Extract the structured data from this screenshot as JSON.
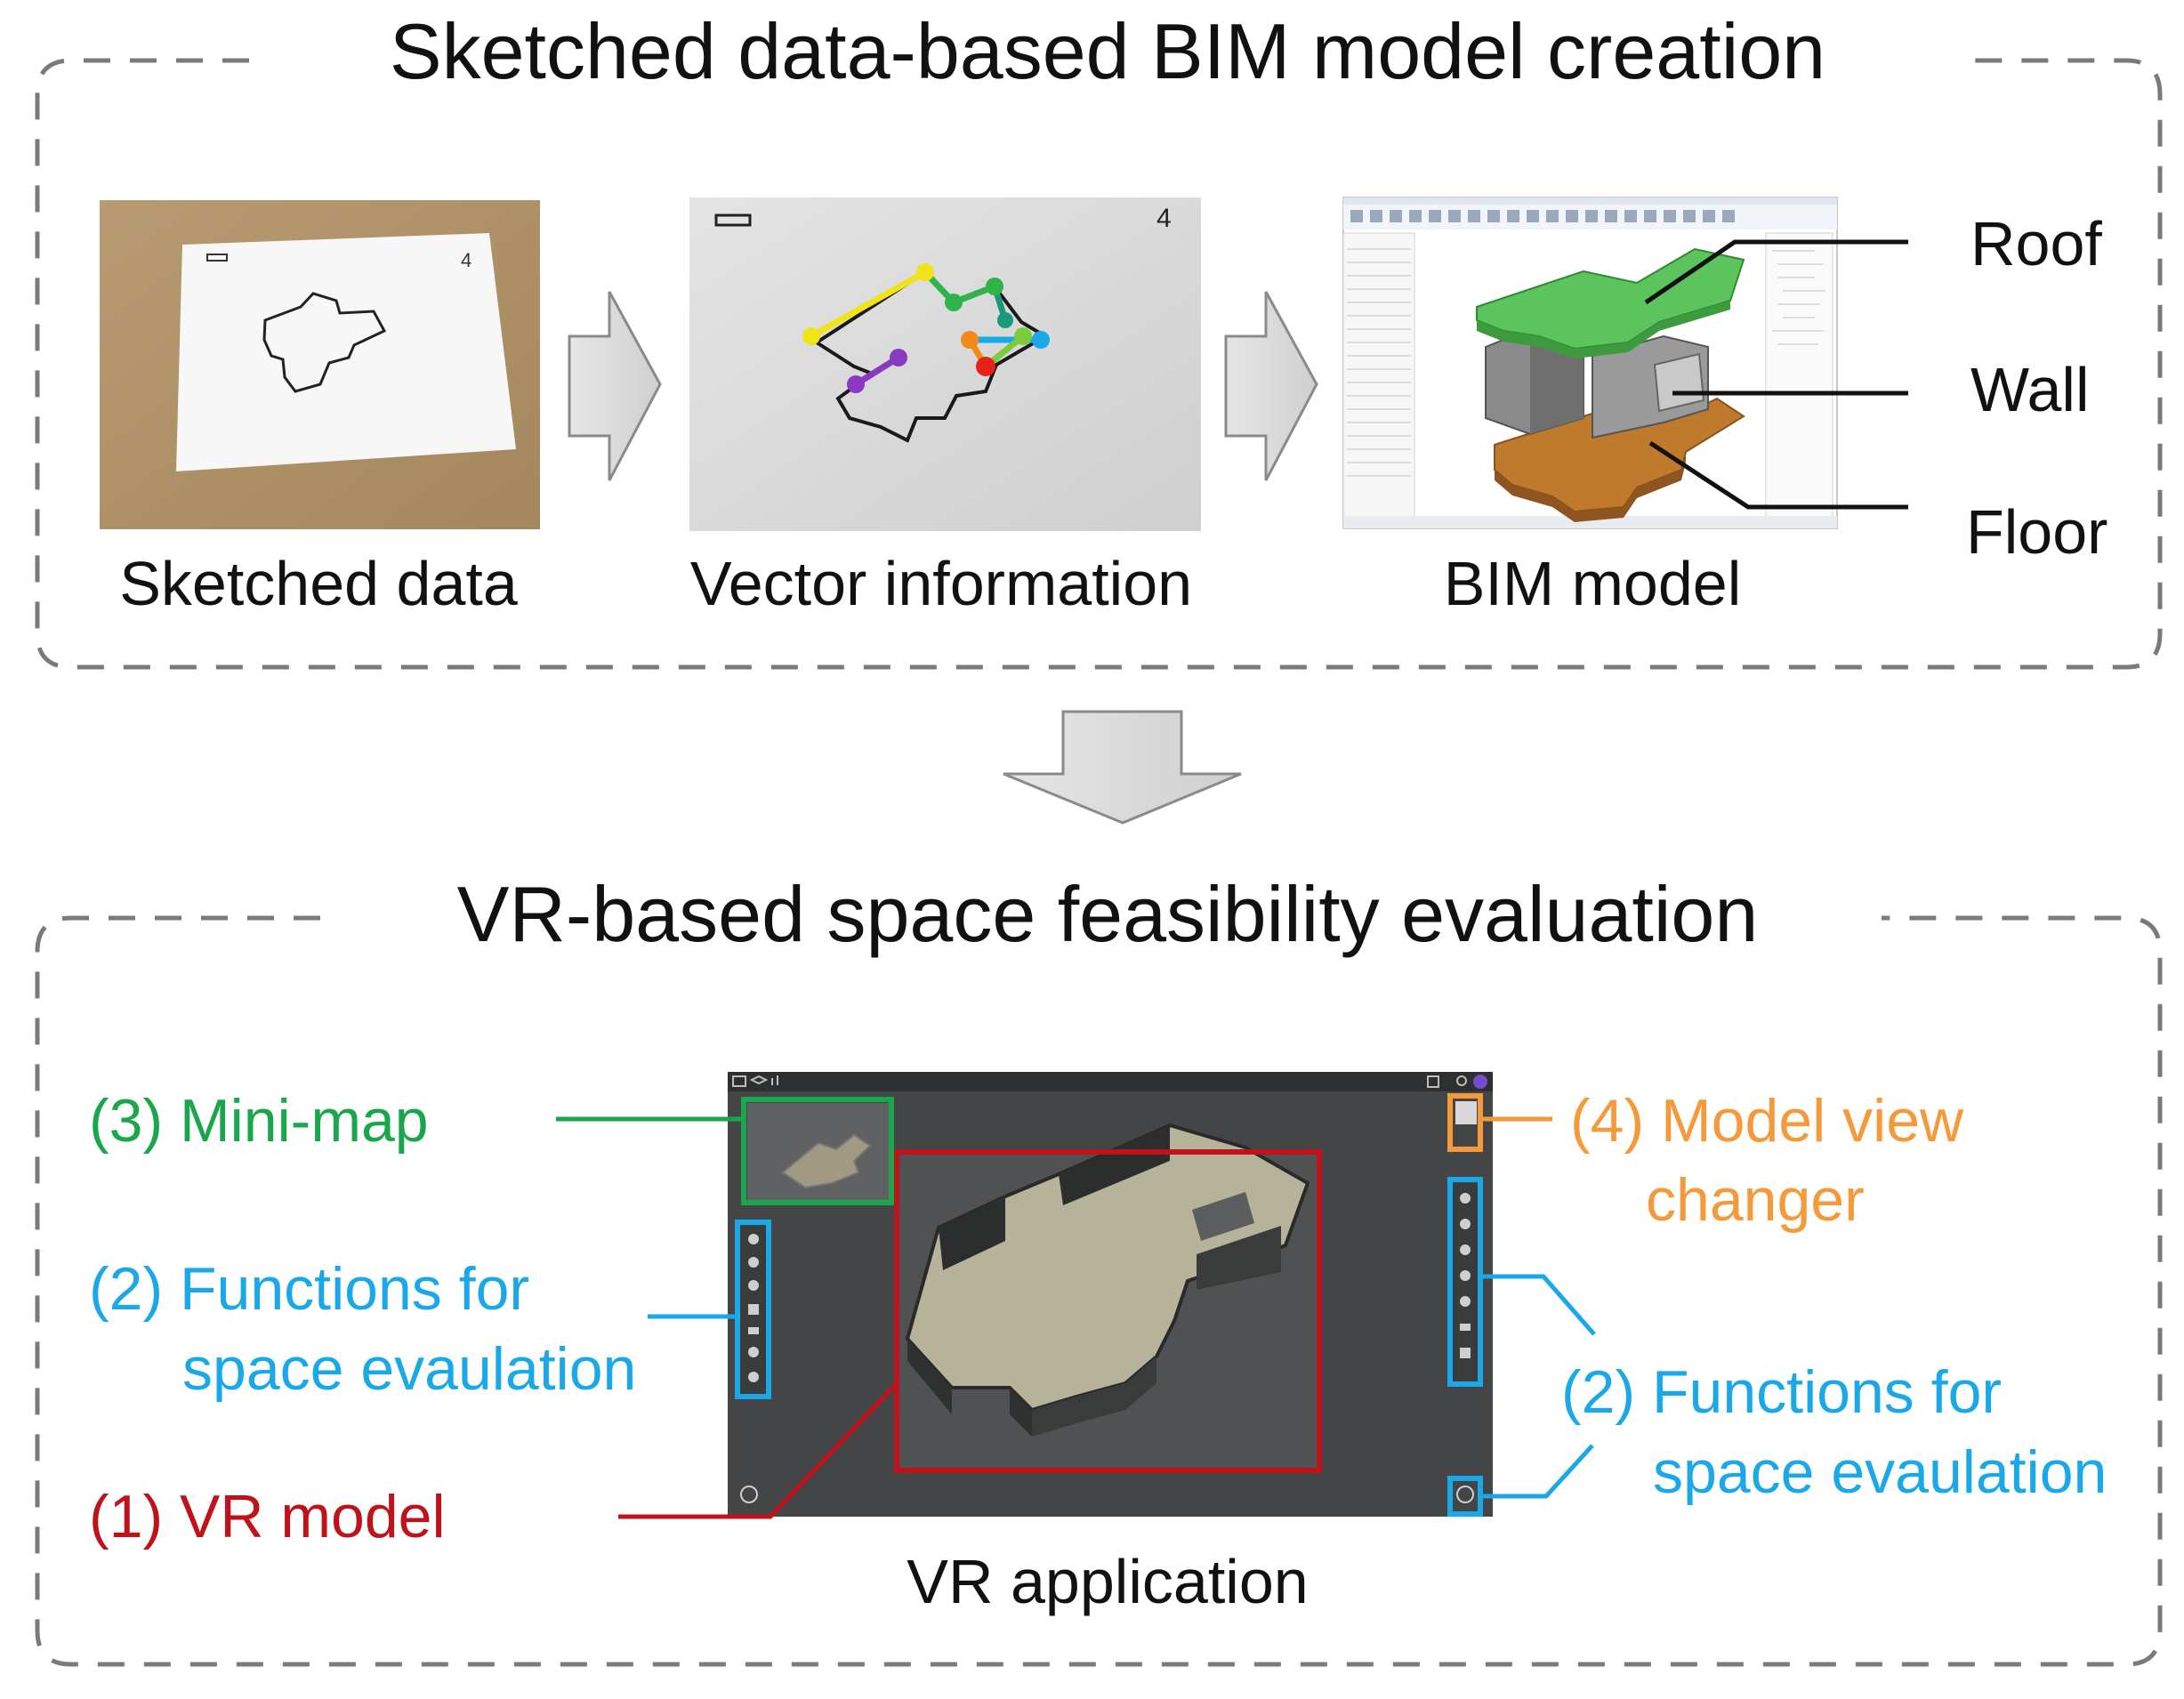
{
  "top_section": {
    "title": "Sketched data-based BIM model creation",
    "captions": {
      "sketched": "Sketched data",
      "vector": "Vector information",
      "bim": "BIM model"
    },
    "sketch_page_number": "4",
    "bim_labels": {
      "roof": "Roof",
      "wall": "Wall",
      "floor": "Floor"
    }
  },
  "bottom_section": {
    "title": "VR-based space feasibility evaluation",
    "caption": "VR application",
    "callouts": {
      "minimap": "(3) Mini-map",
      "functions_left_line1": "(2) Functions for",
      "functions_left_line2": "space evaulation",
      "vr_model": "(1) VR model",
      "model_view_line1": "(4) Model view",
      "model_view_line2": "changer",
      "functions_right_line1": "(2) Functions for",
      "functions_right_line2": "space evaulation"
    }
  },
  "colors": {
    "minimap": "#1aa64a",
    "functions": "#1aa8e8",
    "vr_model": "#c0121a",
    "model_view": "#f59a3a",
    "roof": "#5cc45c",
    "floor": "#c07a2e",
    "wall": "#8a8a8a",
    "dash": "#7a7a7a",
    "arrow": "#d9d9d9"
  }
}
